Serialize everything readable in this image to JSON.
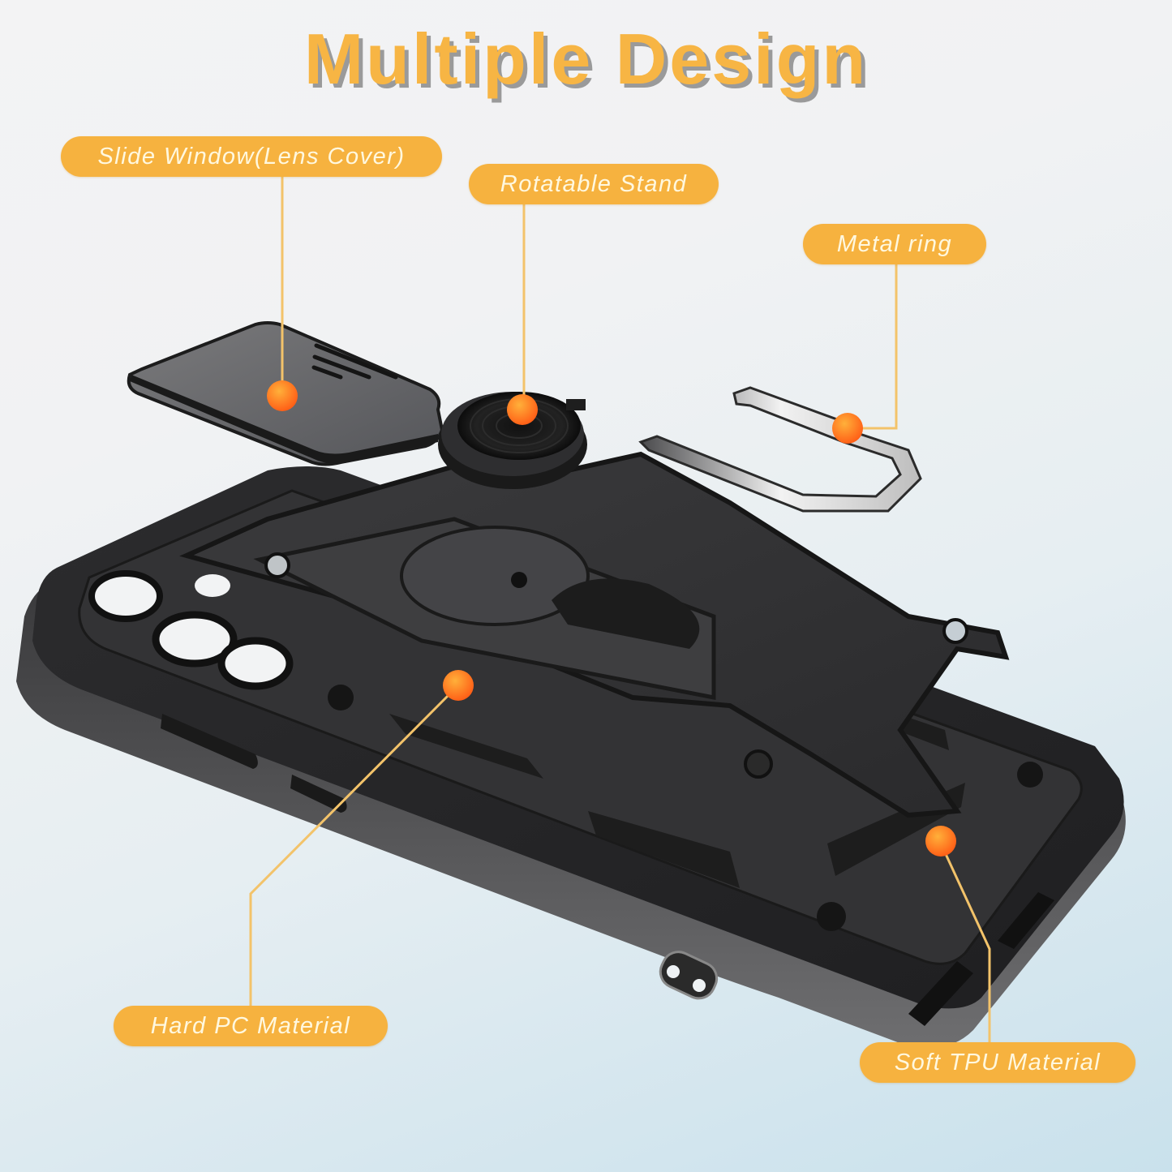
{
  "title": "Multiple Design",
  "colors": {
    "title": "#f7b544",
    "title_shadow": "#9a9a9a",
    "callout_fill": "#f6b23f",
    "callout_text": "#fff8df",
    "connector_line": "#f3c36a",
    "marker_dot": "#ff7a1e",
    "case_body": "#2b2b2d"
  },
  "callouts": [
    {
      "id": "slide-window",
      "label": "Slide Window(Lens Cover)"
    },
    {
      "id": "rotatable-stand",
      "label": "Rotatable Stand"
    },
    {
      "id": "metal-ring",
      "label": "Metal ring"
    },
    {
      "id": "hard-pc",
      "label": "Hard PC Material"
    },
    {
      "id": "soft-tpu",
      "label": "Soft TPU Material"
    }
  ]
}
